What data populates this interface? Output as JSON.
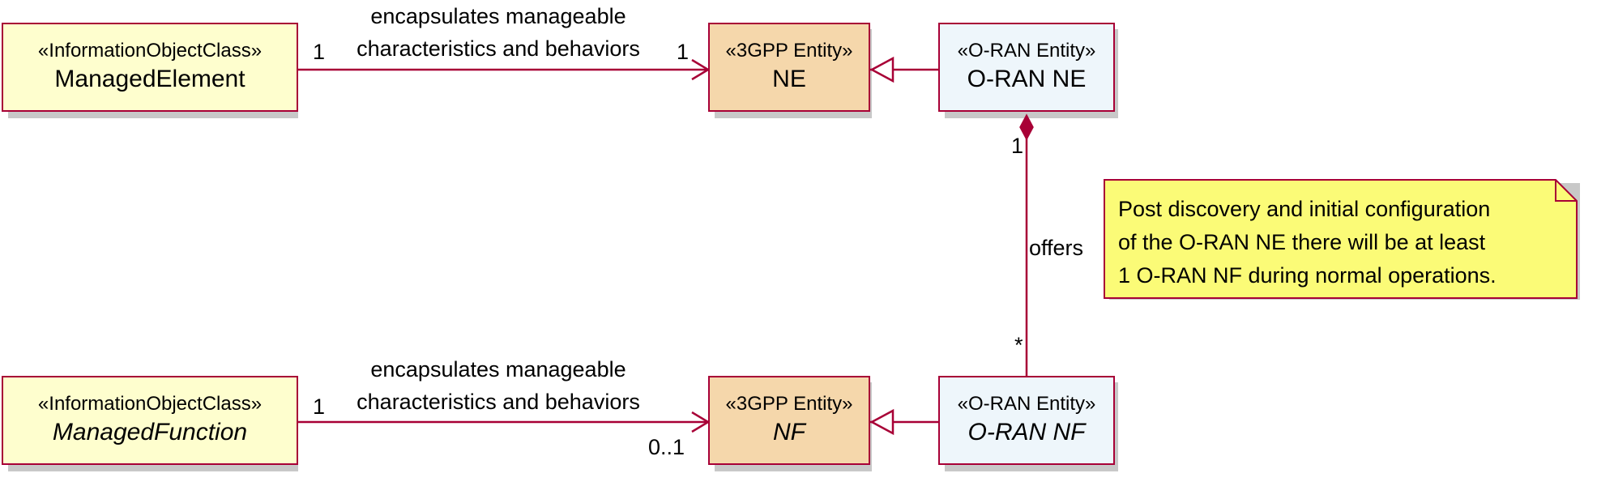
{
  "classes": {
    "managed_element": {
      "stereotype": "«InformationObjectClass»",
      "name": "ManagedElement"
    },
    "ne": {
      "stereotype": "«3GPP Entity»",
      "name": "NE"
    },
    "oran_ne": {
      "stereotype": "«O-RAN Entity»",
      "name": "O-RAN NE"
    },
    "managed_function": {
      "stereotype": "«InformationObjectClass»",
      "name": "ManagedFunction"
    },
    "nf": {
      "stereotype": "«3GPP Entity»",
      "name": "NF"
    },
    "oran_nf": {
      "stereotype": "«O-RAN Entity»",
      "name": "O-RAN NF"
    }
  },
  "relations": {
    "top": {
      "line1": "encapsulates manageable",
      "line2": "characteristics and behaviors",
      "src_mult": "1",
      "dst_mult": "1"
    },
    "bottom": {
      "line1": "encapsulates manageable",
      "line2": "characteristics and behaviors",
      "src_mult": "1",
      "dst_mult": "0..1"
    },
    "offers": {
      "label": "offers",
      "src_mult": "1",
      "dst_mult": "*"
    }
  },
  "note": {
    "lines": [
      "Post discovery and initial configuration",
      "of the O-RAN NE there will be at least",
      "1 O-RAN NF during normal operations."
    ]
  },
  "colors": {
    "border": "#a80036",
    "iof_fill": "#fefece",
    "gpp_fill": "#f5d7ab",
    "oran_fill": "#eef6fb",
    "note_fill": "#fbfb77"
  }
}
